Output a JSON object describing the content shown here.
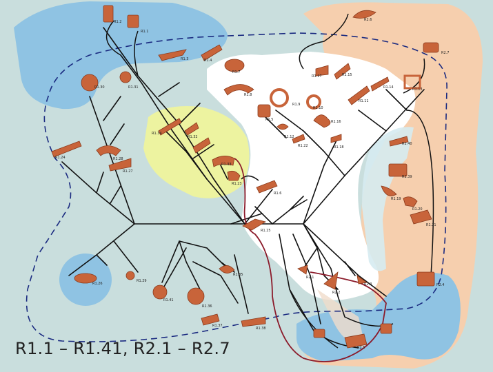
{
  "caption": "R1.1 – R1.41,  R2.1 – R2.7",
  "colors": {
    "background": "#c9dedd",
    "blue_region": "#8fc3e3",
    "peach_region": "#f6cfae",
    "white_region": "#ffffff",
    "yellow_region": "#edf3a0",
    "object_fill": "#c8643a",
    "object_dark": "#8a3a1c",
    "tree_line": "#111111",
    "dashed_boundary": "#1a2a80",
    "red_connector": "#8b1a2a"
  },
  "labels": {
    "r1_2": "R1.2",
    "r1_1": "R1.1",
    "r1_3": "R1.3",
    "r1_4": "R1.4",
    "r2_6": "R2.6",
    "r2_7": "R2.7",
    "r1_30": "R1.30",
    "r1_31": "R1.31",
    "r1_7": "R1.7",
    "r1_17": "R1.17",
    "r1_15": "R1.15",
    "r1_8": "R1.8",
    "r1_9": "R1.9",
    "r1_10": "R1.10",
    "r1_11": "R1.11",
    "r1_14": "R1.14",
    "r1_5": "R1.5",
    "r1_12": "R1.12",
    "r1_16": "R1.16",
    "r1_22": "R1.22",
    "r1_18": "R1.18",
    "r1_6": "R1.6",
    "r1_32": "R1.32",
    "r1_33": "R1.33",
    "r1_34": "R1.34",
    "r1_23": "R1.23",
    "r1_24": "R1.24",
    "r1_28": "R1.28",
    "r1_27": "R1.27",
    "r1_26": "R1.26",
    "r1_29": "R1.29",
    "r1_41": "R1.41",
    "r1_36": "R1.36",
    "r1_35": "R1.35",
    "r1_37": "R1.37",
    "r1_38": "R1.38",
    "r1_40": "R1.40",
    "r1_39": "R1.39",
    "r1_19": "R1.19",
    "r1_20": "R1.20",
    "r1_21": "R1.21",
    "r1_25": "R1.25",
    "r1_13": "R1.13",
    "r2_1": "R2.1",
    "r2_2": "R2.2",
    "r2_3": "R2.3",
    "r2_4": "R2.4",
    "r2_5": "R2.5"
  }
}
